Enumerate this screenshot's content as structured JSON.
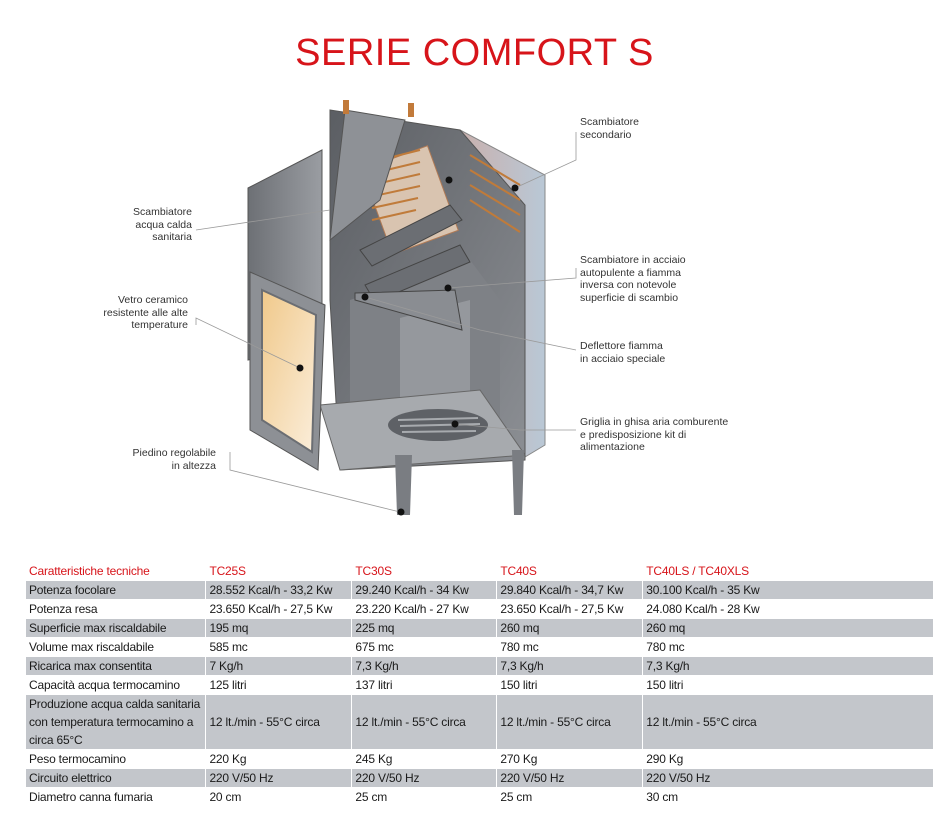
{
  "title": "SERIE COMFORT S",
  "callouts": {
    "scambiatore_secondario": "Scambiatore\nsecondario",
    "scambiatore_acqua": "Scambiatore\nacqua calda\nsanitaria",
    "scambiatore_acciaio": "Scambiatore in acciaio\nautopulente a fiamma\ninversa con notevole\nsuperficie di scambio",
    "vetro": "Vetro ceramico\nresistente alle alte\ntemperature",
    "deflettore": "Deflettore fiamma\nin acciaio speciale",
    "griglia": "Griglia in ghisa aria comburente\ne predisposizione kit di\nalimentazione",
    "piedino": "Piedino regolabile\nin altezza"
  },
  "table": {
    "headers": [
      "Caratteristiche tecniche",
      "TC25S",
      "TC30S",
      "TC40S",
      "TC40LS / TC40XLS"
    ],
    "rows": [
      [
        "Potenza focolare",
        "28.552 Kcal/h - 33,2 Kw",
        "29.240 Kcal/h - 34 Kw",
        "29.840 Kcal/h - 34,7 Kw",
        "30.100 Kcal/h - 35 Kw"
      ],
      [
        "Potenza resa",
        "23.650 Kcal/h - 27,5 Kw",
        "23.220 Kcal/h - 27 Kw",
        "23.650 Kcal/h - 27,5 Kw",
        "24.080 Kcal/h - 28 Kw"
      ],
      [
        "Superficie max riscaldabile",
        "195 mq",
        "225 mq",
        "260 mq",
        "260 mq"
      ],
      [
        "Volume max riscaldabile",
        "585 mc",
        "675 mc",
        "780 mc",
        "780 mc"
      ],
      [
        "Ricarica max consentita",
        "7 Kg/h",
        "7,3 Kg/h",
        "7,3 Kg/h",
        "7,3 Kg/h"
      ],
      [
        "Capacità acqua termocamino",
        "125 litri",
        "137 litri",
        "150 litri",
        "150 litri"
      ],
      [
        "Produzione acqua calda sanitaria con temperatura termocamino a circa 65°C",
        "12 lt./min - 55°C circa",
        "12 lt./min - 55°C circa",
        "12 lt./min - 55°C circa",
        "12 lt./min - 55°C circa"
      ],
      [
        "Peso termocamino",
        "220 Kg",
        "245 Kg",
        "270 Kg",
        "290 Kg"
      ],
      [
        "Circuito elettrico",
        "220 V/50 Hz",
        "220 V/50 Hz",
        "220 V/50 Hz",
        "220 V/50 Hz"
      ],
      [
        "Diametro canna fumaria",
        "20 cm",
        "25 cm",
        "25 cm",
        "30 cm"
      ]
    ]
  }
}
